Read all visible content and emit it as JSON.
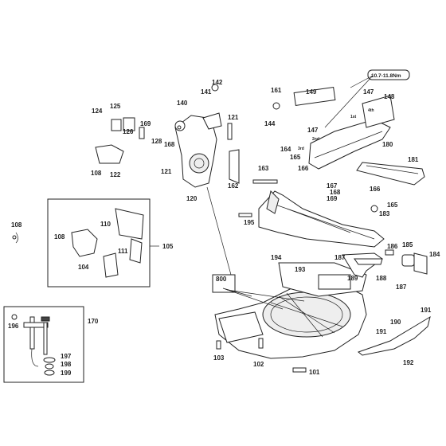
{
  "torque_spec": "10.7-11.8Nm",
  "callout_800": "800",
  "small_marks": {
    "third": "3rd",
    "second": "2nd",
    "first": "1st",
    "fourth": "4th"
  },
  "labels": {
    "p101": "101",
    "p102": "102",
    "p103": "103",
    "p104": "104",
    "p105": "105",
    "p108a": "108",
    "p108b": "108",
    "p108c": "108",
    "p110": "110",
    "p111": "111",
    "p120": "120",
    "p121a": "121",
    "p121b": "121",
    "p122": "122",
    "p124": "124",
    "p125": "125",
    "p126": "126",
    "p128": "128",
    "p140": "140",
    "p141": "141",
    "p142": "142",
    "p144": "144",
    "p147a": "147",
    "p147b": "147",
    "p148": "148",
    "p149": "149",
    "p161": "161",
    "p162": "162",
    "p163": "163",
    "p164": "164",
    "p165a": "165",
    "p165b": "165",
    "p166a": "166",
    "p166b": "166",
    "p167": "167",
    "p168a": "168",
    "p168b": "168",
    "p169a": "169",
    "p169b": "169",
    "p170": "170",
    "p180": "180",
    "p181": "181",
    "p183": "183",
    "p184": "184",
    "p185": "185",
    "p186": "186",
    "p187a": "187",
    "p187b": "187",
    "p188": "188",
    "p189": "189",
    "p190": "190",
    "p191a": "191",
    "p191b": "191",
    "p192": "192",
    "p193": "193",
    "p194": "194",
    "p195": "195",
    "p196": "196",
    "p197": "197",
    "p198": "198",
    "p199": "199"
  }
}
